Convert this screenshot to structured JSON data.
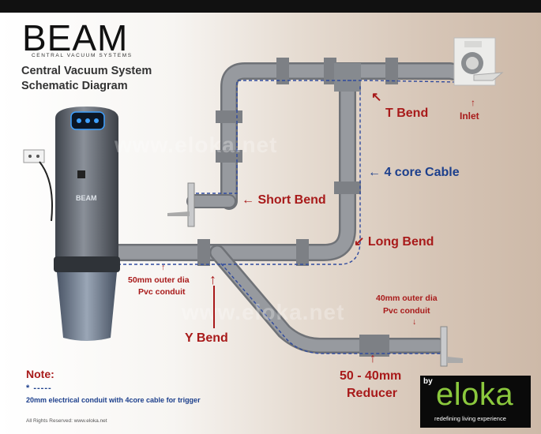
{
  "brand": {
    "name": "BEAM",
    "subtitle": "CENTRAL VACUUM SYSTEMS",
    "unit_label": "BEAM"
  },
  "title": {
    "line1": "Central Vacuum System",
    "line2": "Schematic Diagram"
  },
  "labels": {
    "t_bend": "T Bend",
    "inlet": "Inlet",
    "four_core_cable": "4 core Cable",
    "short_bend": "Short Bend",
    "long_bend": "Long Bend",
    "outer_50_line1": "50mm outer dia",
    "outer_50_line2": "Pvc conduit",
    "y_bend": "Y Bend",
    "outer_40_line1": "40mm outer dia",
    "outer_40_line2": "Pvc conduit",
    "reducer_line1": "50 - 40mm",
    "reducer_line2": "Reducer"
  },
  "watermark": "www.eloka.net",
  "note": {
    "title": "Note:",
    "legend_symbol": "* -----",
    "text": "20mm electrical conduit with 4core cable for trigger"
  },
  "footer": "All Rights Reserved: www.eloka.net",
  "logo": {
    "by": "by",
    "name": "eloka",
    "tagline": "redefining living experience"
  },
  "colors": {
    "pipe": "#8e9196",
    "label_red": "#a81a1a",
    "label_blue": "#1c3f8c",
    "logo_green": "#8bc83d"
  }
}
